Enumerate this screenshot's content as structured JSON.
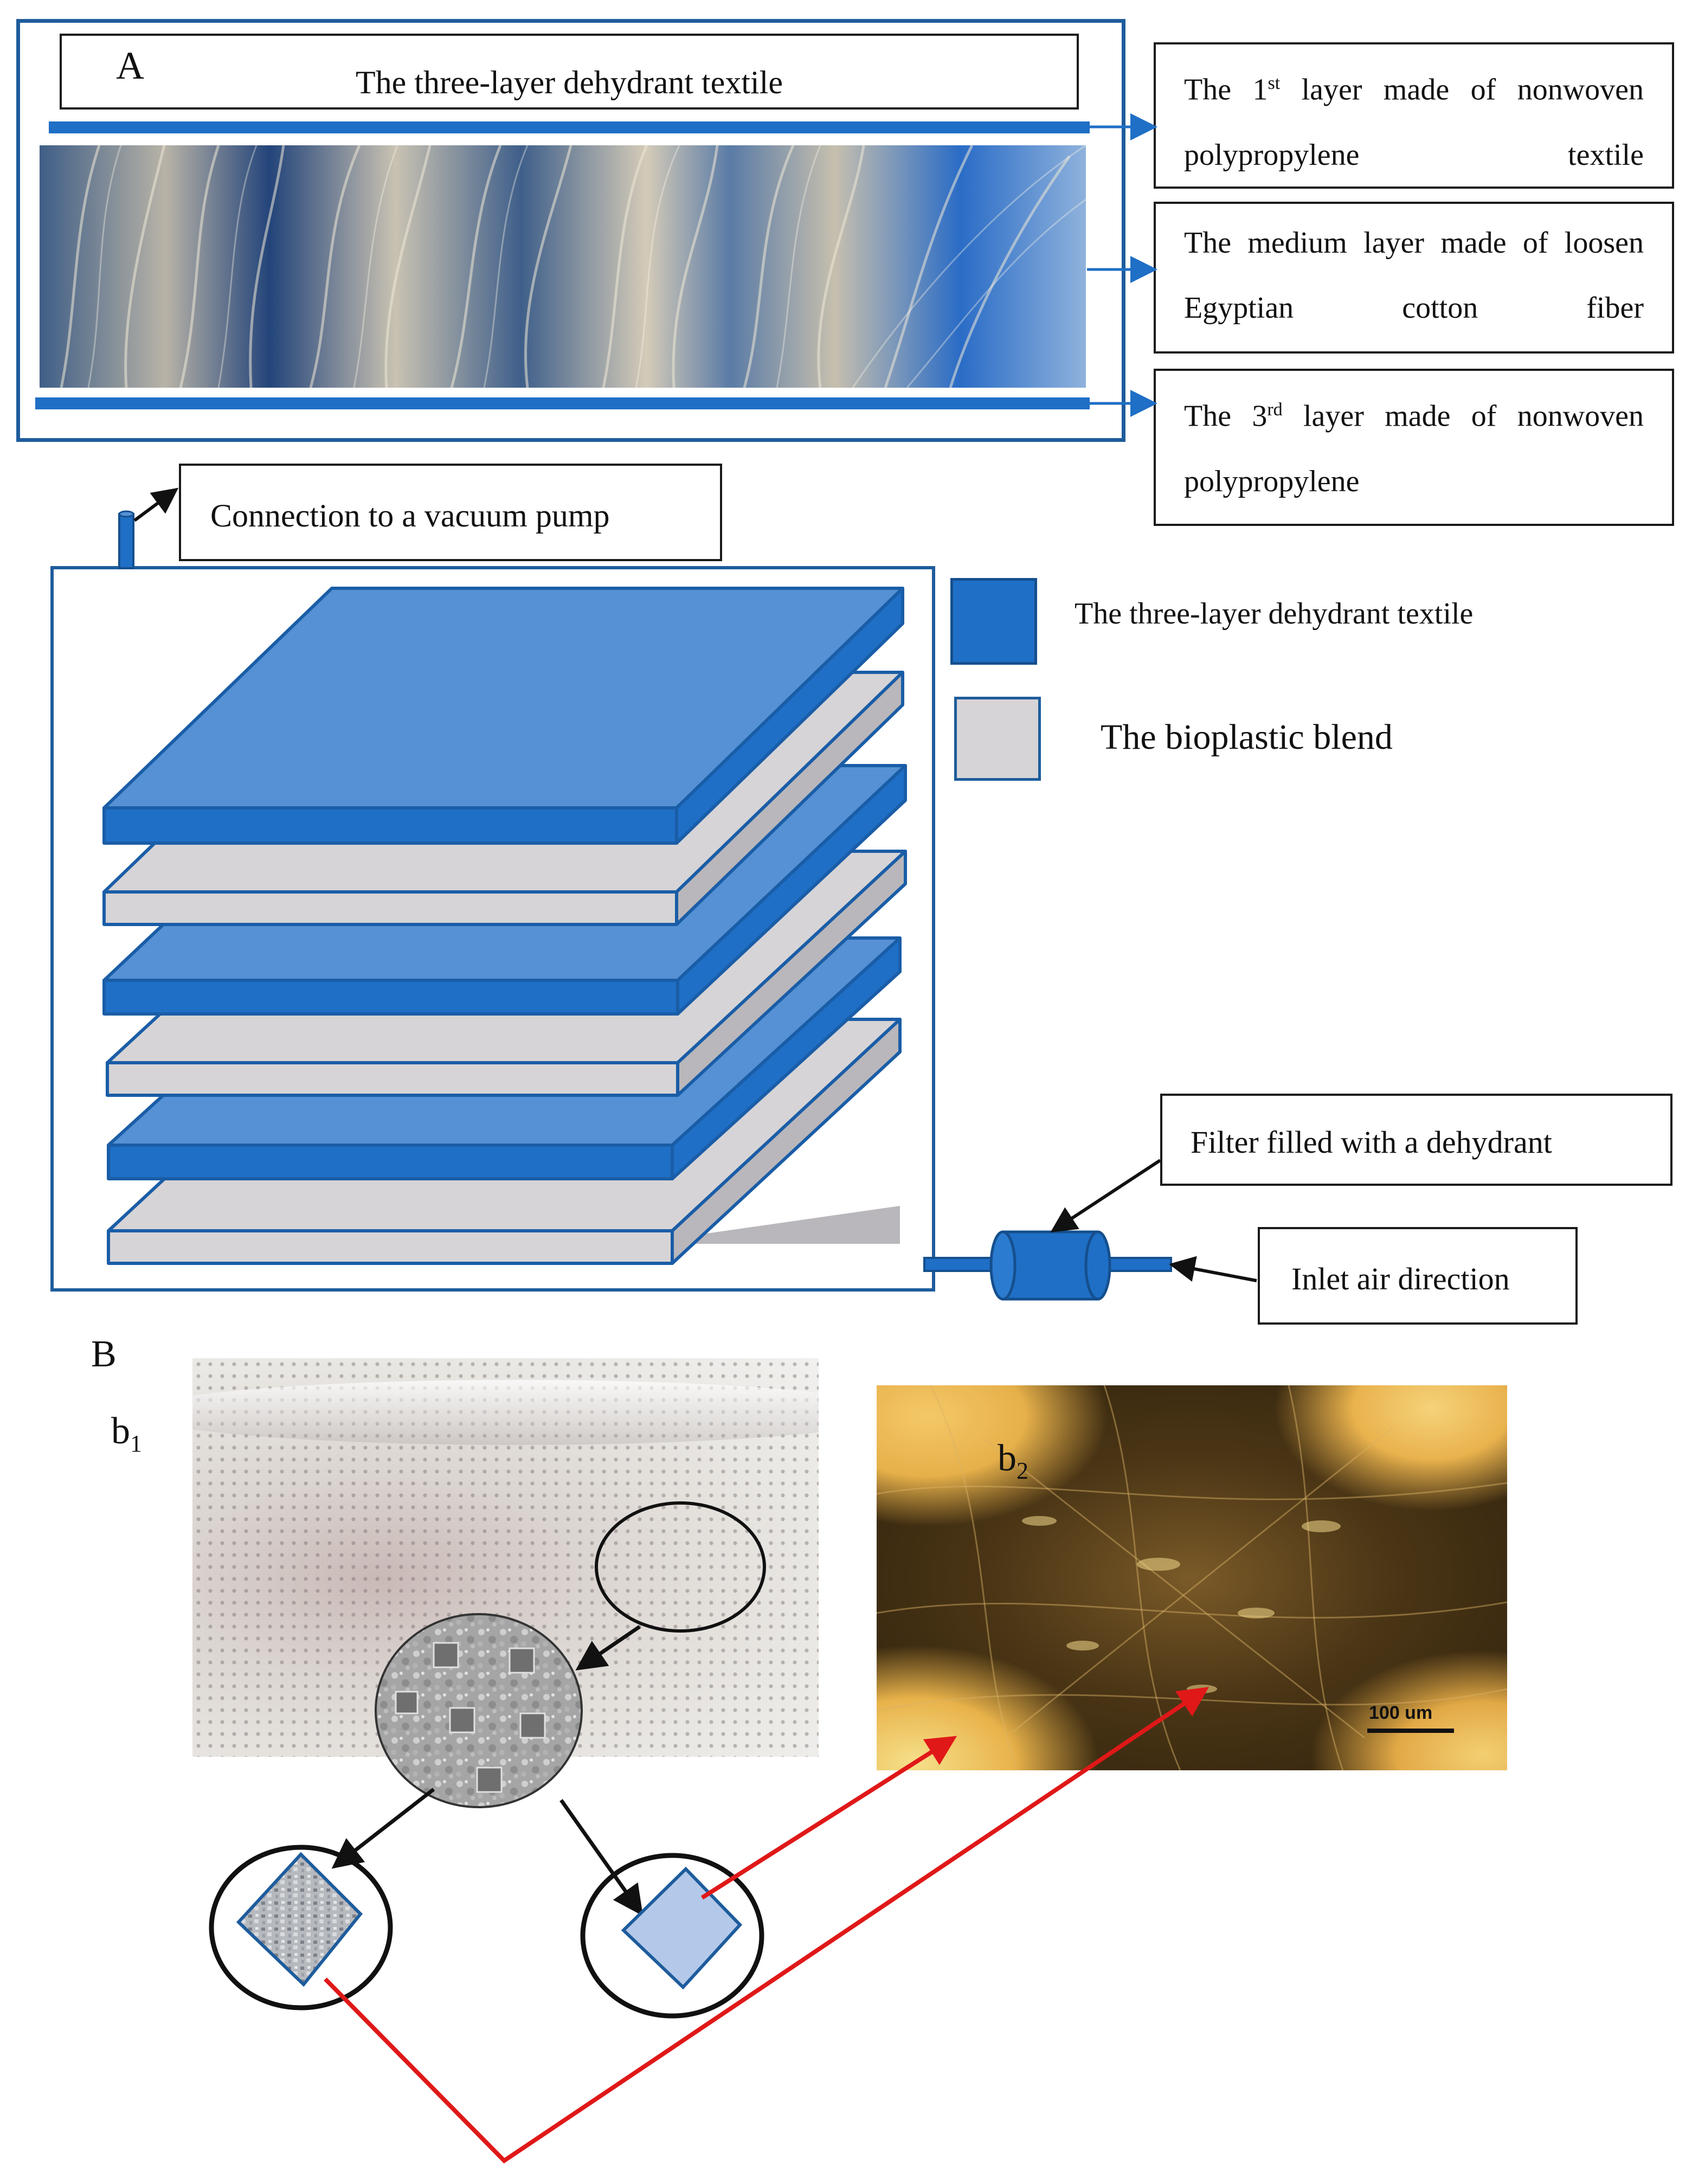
{
  "panel_a": {
    "letter": "A",
    "title": "The three-layer dehydrant textile",
    "layer1": {
      "prefix": "The 1",
      "sup": "st",
      "rest": " layer made of  nonwoven polypropylene textile"
    },
    "layer2": "The medium layer made of loosen Egyptian cotton fiber",
    "layer3": {
      "prefix": "The 3",
      "sup": "rd",
      "rest": " layer made of nonwoven polypropylene"
    },
    "vacuum": "Connection to a vacuum pump",
    "legend_textile": "The three-layer dehydrant textile",
    "legend_bioplastic": "The bioplastic blend",
    "filter": "Filter filled with a dehydrant",
    "inlet": "Inlet air direction"
  },
  "panel_b": {
    "letter": "B",
    "b1": {
      "base": "b",
      "sub": "1"
    },
    "b2": {
      "base": "b",
      "sub": "2"
    },
    "scale_bar": "100 um"
  },
  "colors": {
    "textile_blue": "#1f6fc6",
    "textile_top": "#5591d4",
    "bioplastic_gray": "#d6d4d6",
    "red_arrow": "#e01818",
    "frame_blue": "#1e5c9c"
  }
}
